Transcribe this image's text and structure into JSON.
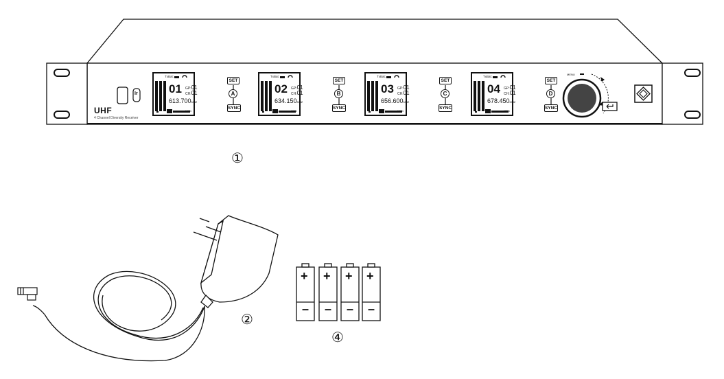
{
  "device": {
    "brand": "UHF",
    "subtitle": "4 Channel Diversity Receiver",
    "ir_label": "Ir",
    "set_label": "SET",
    "sync_label": "SYNC",
    "knob_label": "MENU",
    "channels": [
      {
        "letter": "A",
        "num": "01",
        "gp": "01",
        "ch": "01",
        "freq": "613.700",
        "unit": "MHZ",
        "status": "TxBat:",
        "vol": "100%"
      },
      {
        "letter": "B",
        "num": "02",
        "gp": "01",
        "ch": "01",
        "freq": "634.150",
        "unit": "MHZ",
        "status": "TxBat:",
        "vol": "100%"
      },
      {
        "letter": "C",
        "num": "03",
        "gp": "01",
        "ch": "01",
        "freq": "656.600",
        "unit": "MHZ",
        "status": "TxBat:",
        "vol": "100%"
      },
      {
        "letter": "D",
        "num": "04",
        "gp": "01",
        "ch": "01",
        "freq": "678.450",
        "unit": "MHZ",
        "status": "TxBat:",
        "vol": "100%"
      }
    ],
    "gp_prefix": "GP:",
    "ch_prefix": "CH:"
  },
  "callouts": {
    "receiver": "①",
    "adapter": "②",
    "batteries": "④"
  },
  "batteries": {
    "count": 4,
    "plus": "+",
    "minus": "–"
  }
}
